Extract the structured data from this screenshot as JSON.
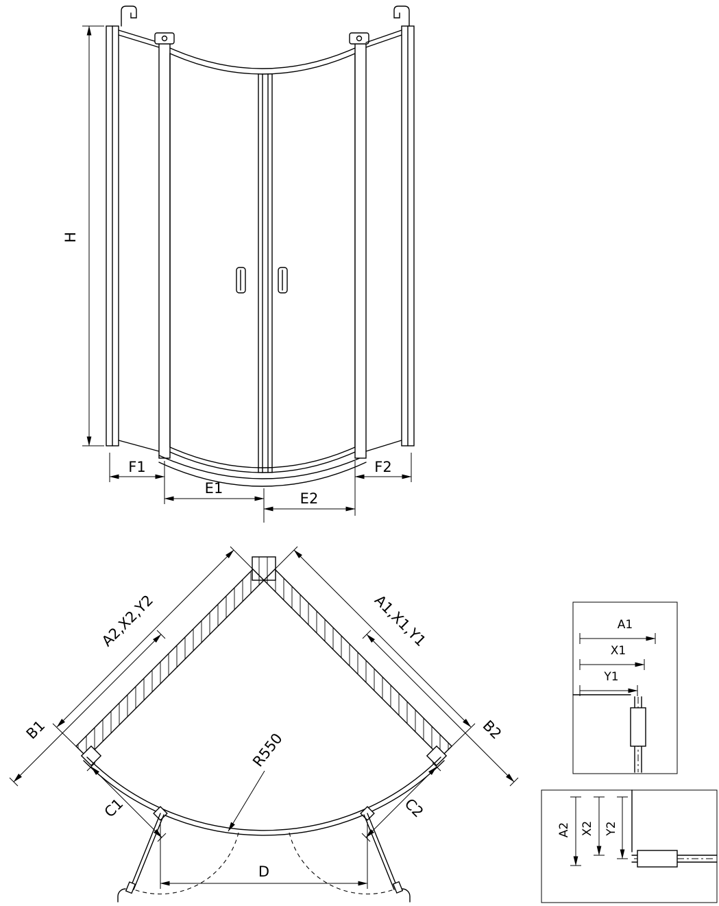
{
  "front_view": {
    "h": "H",
    "f1": "F1",
    "e1": "E1",
    "e2": "E2",
    "f2": "F2"
  },
  "plan_view": {
    "wall_left": "A2,X2,Y2",
    "wall_right": "A1,X1,Y1",
    "b1": "B1",
    "b2": "B2",
    "c1": "C1",
    "c2": "C2",
    "radius": "R550",
    "d": "D"
  },
  "detail_top": {
    "a1": "A1",
    "x1": "X1",
    "y1": "Y1"
  },
  "detail_bottom": {
    "a2": "A2",
    "x2": "X2",
    "y2": "Y2"
  },
  "colors": {
    "line": "#000000",
    "background": "#ffffff"
  }
}
